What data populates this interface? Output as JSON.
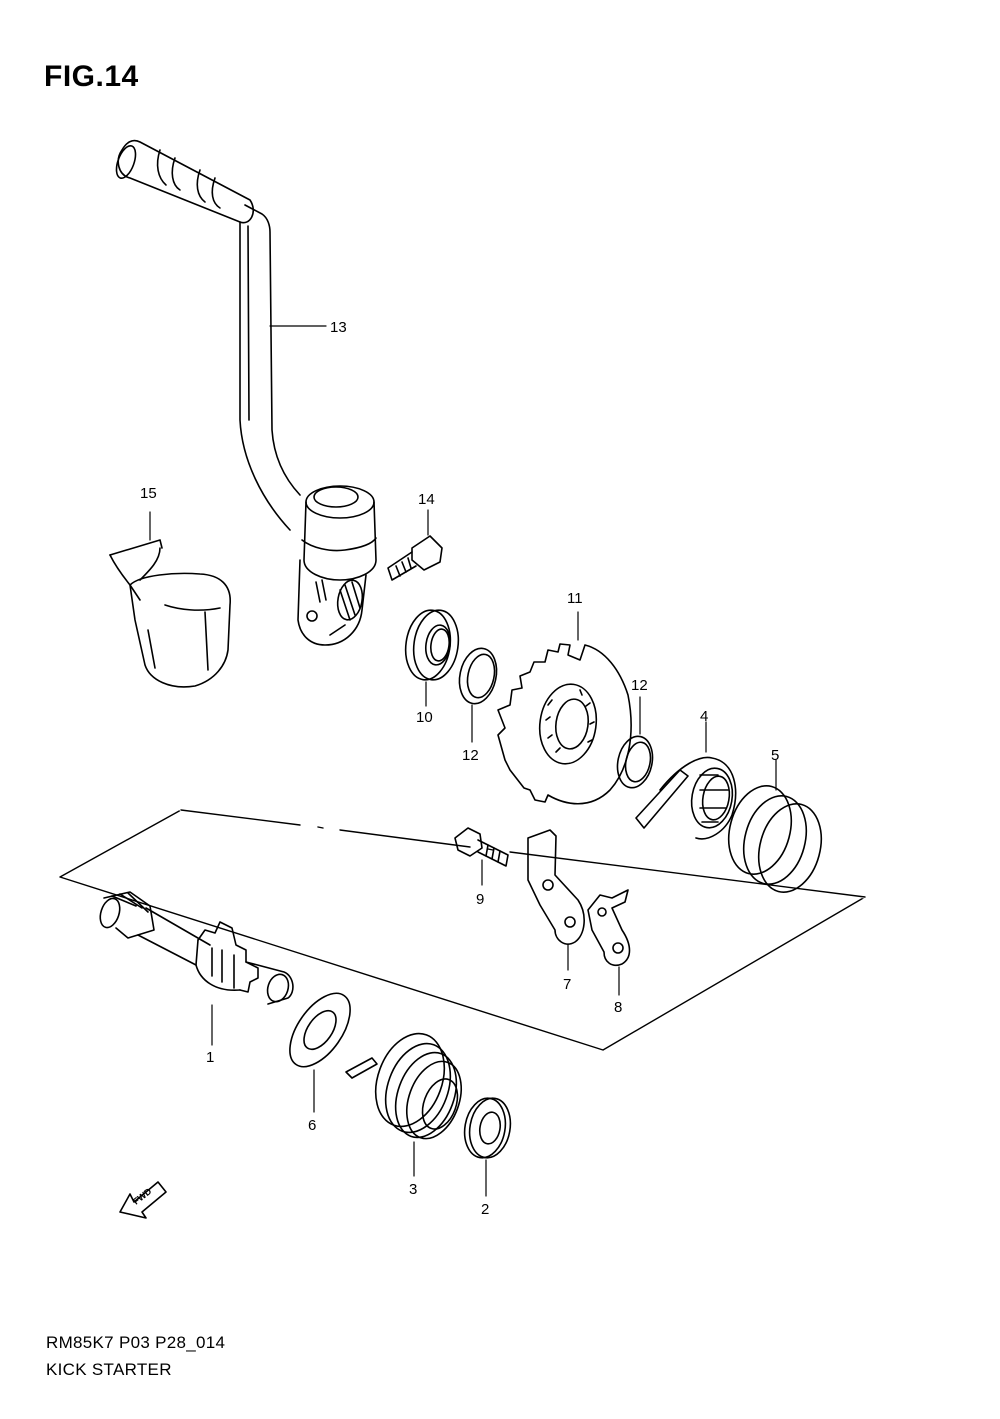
{
  "figure": {
    "title": "FIG.14"
  },
  "parts": [
    {
      "id": "part-1",
      "label": "1"
    },
    {
      "id": "part-2",
      "label": "2"
    },
    {
      "id": "part-3",
      "label": "3"
    },
    {
      "id": "part-4",
      "label": "4"
    },
    {
      "id": "part-5",
      "label": "5"
    },
    {
      "id": "part-6",
      "label": "6"
    },
    {
      "id": "part-7",
      "label": "7"
    },
    {
      "id": "part-8",
      "label": "8"
    },
    {
      "id": "part-9",
      "label": "9"
    },
    {
      "id": "part-10",
      "label": "10"
    },
    {
      "id": "part-11",
      "label": "11"
    },
    {
      "id": "part-12a",
      "label": "12"
    },
    {
      "id": "part-12b",
      "label": "12"
    },
    {
      "id": "part-13",
      "label": "13"
    },
    {
      "id": "part-14",
      "label": "14"
    },
    {
      "id": "part-15",
      "label": "15"
    }
  ],
  "fwd_arrow": {
    "label": "FWD"
  },
  "footer": {
    "code": "RM85K7 P03 P28_014",
    "name": "KICK STARTER"
  }
}
